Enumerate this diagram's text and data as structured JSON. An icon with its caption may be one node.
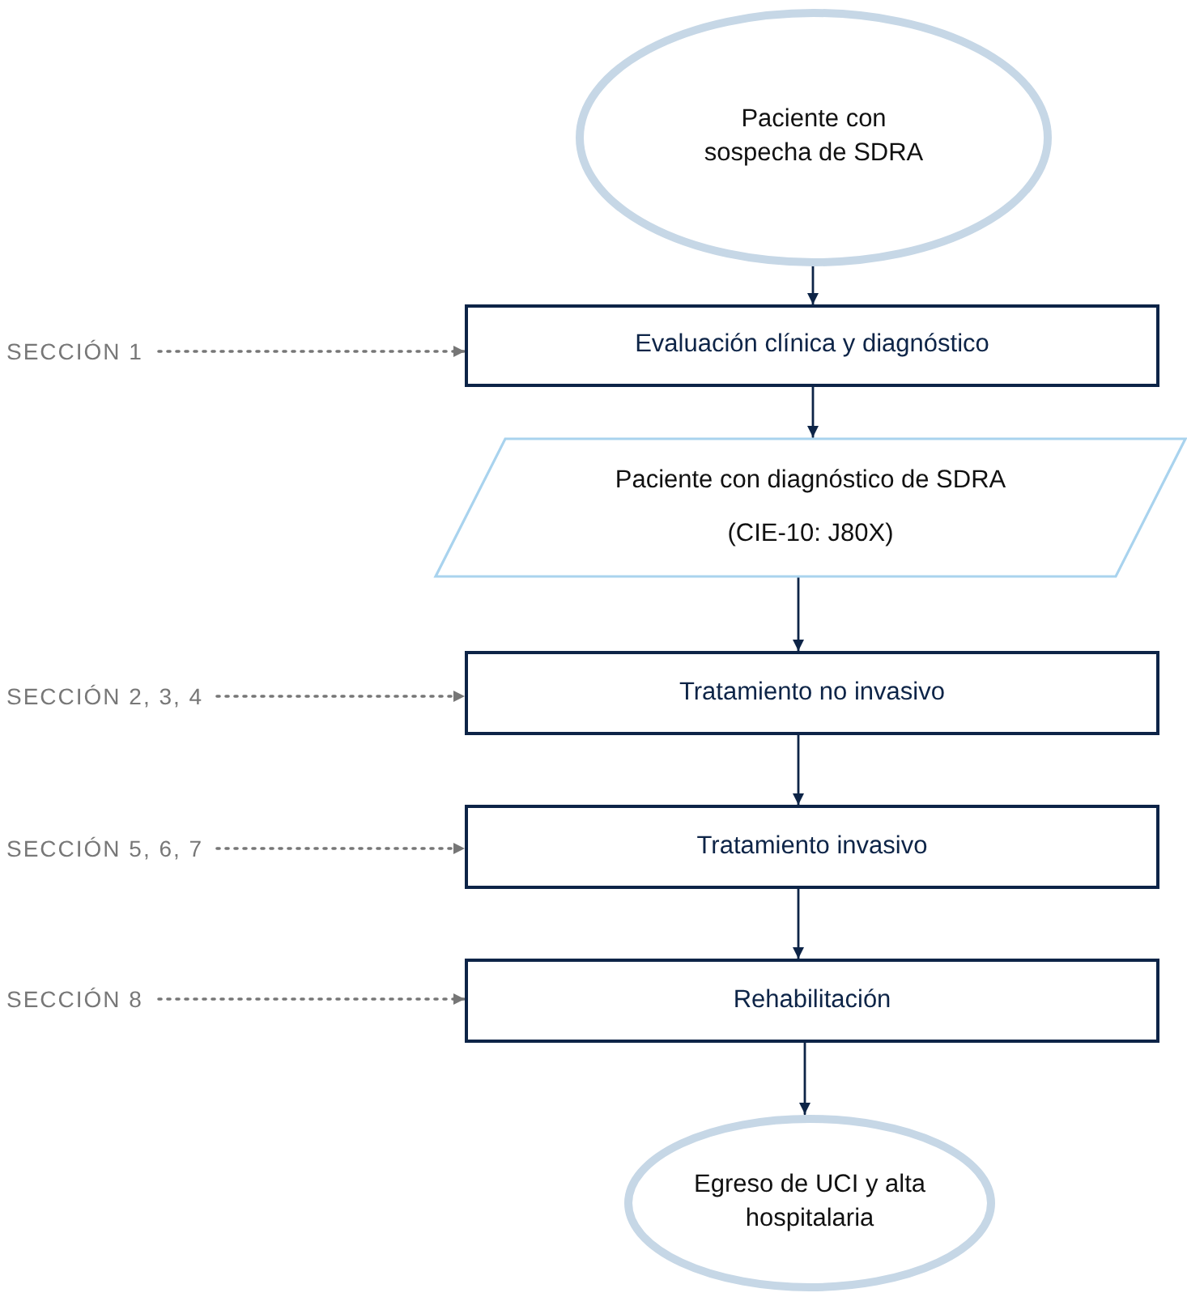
{
  "diagram": {
    "nodes": [
      {
        "text": [
          "Paciente con sospecha de SDRA"
        ]
      },
      {
        "text": [
          "Evaluación clínica y diagnóstico"
        ]
      },
      {
        "text": [
          "Paciente con diagnóstico de SDRA",
          "(CIE-10: J80X)"
        ]
      },
      {
        "text": [
          "Tratamiento no invasivo"
        ]
      },
      {
        "text": [
          "Tratamiento invasivo"
        ]
      },
      {
        "text": [
          "Rehabilitación"
        ]
      },
      {
        "text": [
          "Egreso de UCI y alta hospitalaria"
        ]
      },
      {
        "text": [
          "SECCIÓN 1"
        ]
      },
      {
        "text": [
          "SECCIÓN 2, 3, 4"
        ]
      },
      {
        "text": [
          "SECCIÓN 5, 6, 7"
        ]
      },
      {
        "text": [
          "SECCIÓN 8"
        ]
      }
    ],
    "edges": [
      {
        "from": 0,
        "to": 1,
        "arrow": "to"
      },
      {
        "from": 1,
        "to": 2,
        "arrow": "to"
      },
      {
        "from": 2,
        "to": 3,
        "arrow": "to"
      },
      {
        "from": 3,
        "to": 4,
        "arrow": "to"
      },
      {
        "from": 4,
        "to": 5,
        "arrow": "to"
      },
      {
        "from": 5,
        "to": 6,
        "arrow": "to"
      },
      {
        "from": 7,
        "to": 1,
        "arrow": "to",
        "style": "dashed",
        "color": "#767676"
      },
      {
        "from": 8,
        "to": 3,
        "arrow": "to",
        "style": "dashed",
        "color": "#767676"
      },
      {
        "from": 9,
        "to": 4,
        "arrow": "to",
        "style": "dashed",
        "color": "#767676"
      },
      {
        "from": 10,
        "to": 5,
        "arrow": "to",
        "style": "dashed",
        "color": "#767676"
      }
    ]
  }
}
